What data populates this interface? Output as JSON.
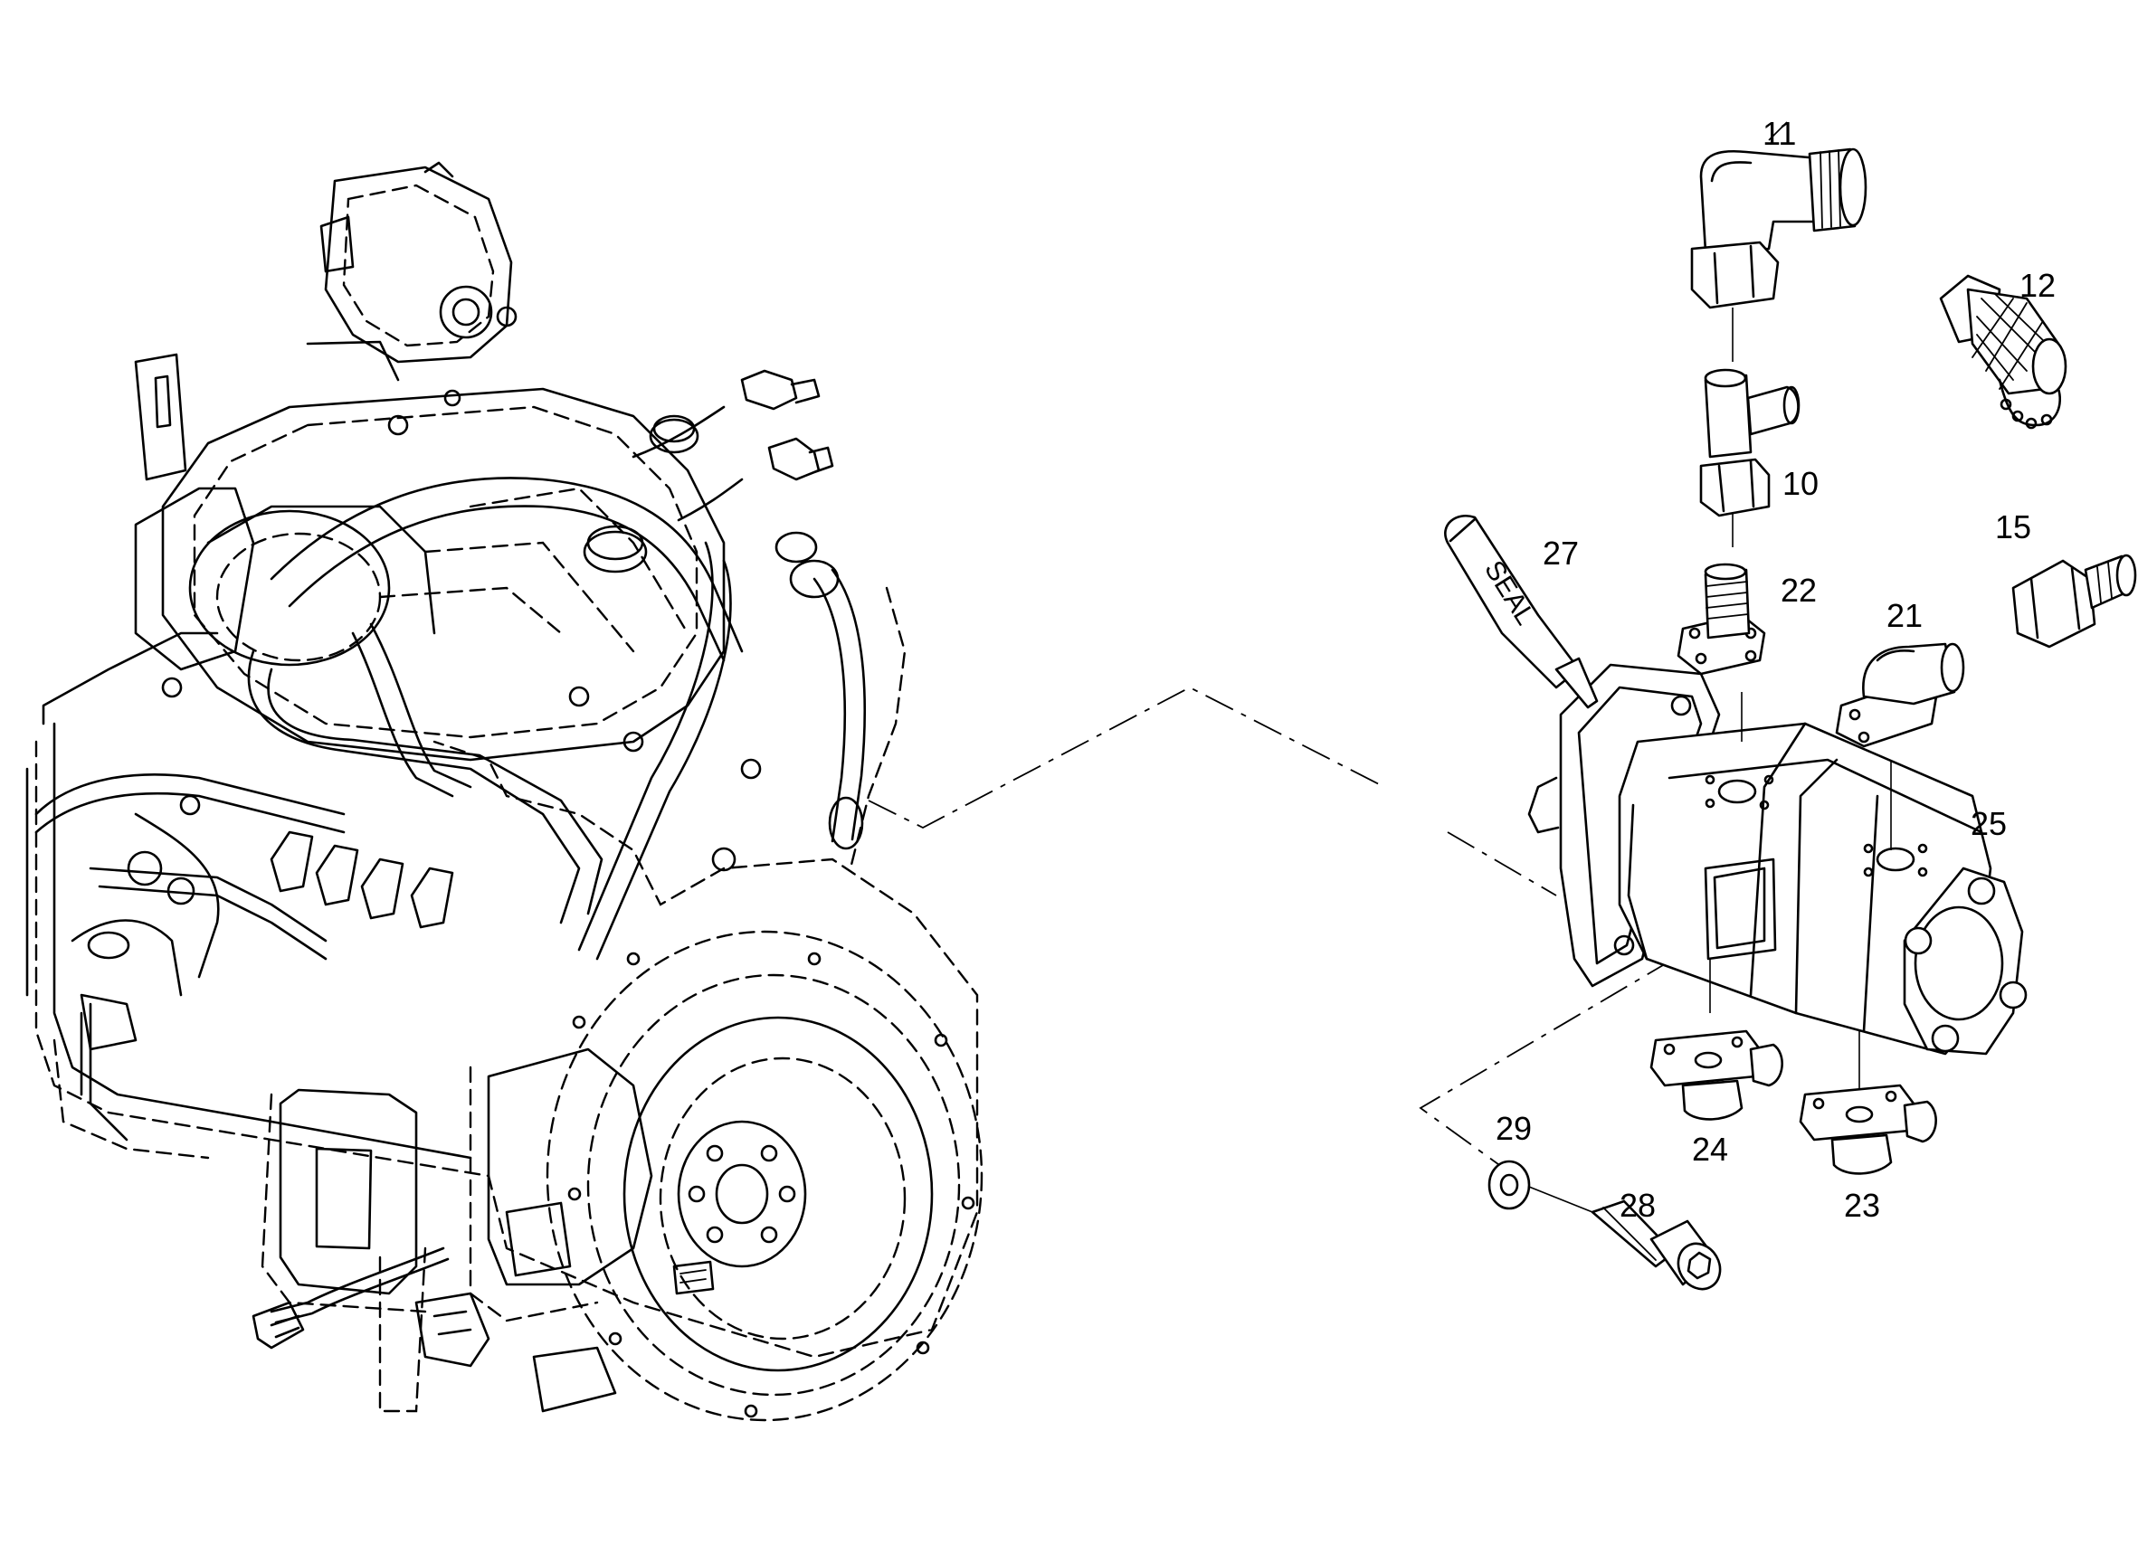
{
  "diagram": {
    "callouts": {
      "c10": "10",
      "c11": "11",
      "c12": "12",
      "c15": "15",
      "c21": "21",
      "c22": "22",
      "c23": "23",
      "c24": "24",
      "c25": "25",
      "c27": "27",
      "c28": "28",
      "c29": "29"
    },
    "tube_label": "SEAL"
  }
}
